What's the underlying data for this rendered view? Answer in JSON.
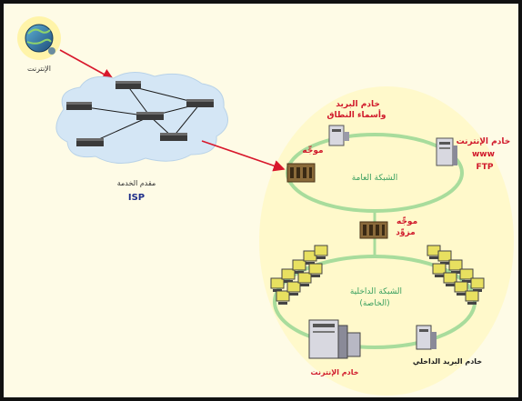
{
  "diagram": {
    "internet": {
      "label": "الإنترنت"
    },
    "isp": {
      "label": "مقدم الخدمة",
      "abbr": "ISP"
    },
    "public_net": {
      "label": "الشبكة العامة",
      "mail_server": "خادم البريد\nوأسماء النطاق",
      "web_server": "خادم الإنترنت\nwww\nFTP",
      "router_outer": "موجِّه"
    },
    "router_middle": "موجِّه\nمزوِّد",
    "private_net": {
      "label": "الشبكة الداخلية\n(الخاصة)",
      "intranet_server": "خادم الإنترنت",
      "internal_mail_server": "خادم البريد الداخلي"
    },
    "colors": {
      "background": "#fefbe6",
      "ring": "#a8dc9c",
      "link": "#d8182c",
      "label_red": "#d0192b",
      "label_blue": "#1f2f8a",
      "isp_cloud": "#d4e6f5",
      "workstation": "#e8e060"
    }
  }
}
